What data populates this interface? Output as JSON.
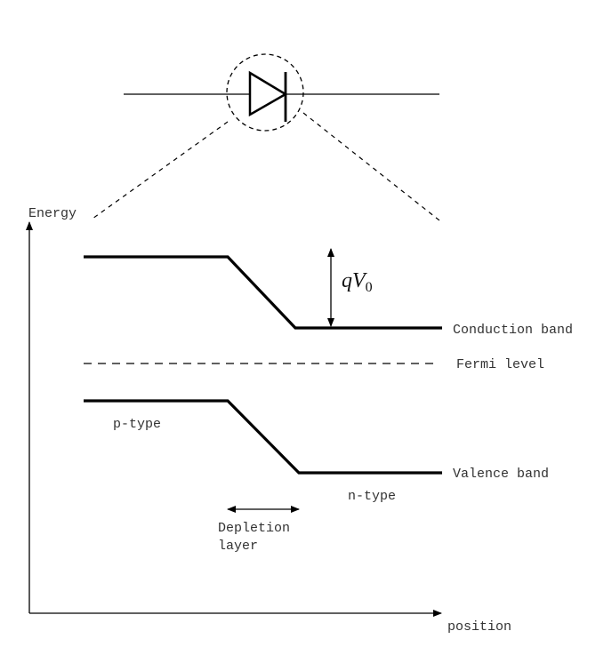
{
  "diagram": {
    "title": "p-n junction band diagram",
    "component_symbol": "diode",
    "axes": {
      "y_label": "Energy",
      "x_label": "position"
    },
    "bands": {
      "conduction_label": "Conduction band",
      "fermi_label": "Fermi level",
      "valence_label": "Valence band"
    },
    "regions": {
      "p_label": "p-type",
      "n_label": "n-type",
      "depletion_label_line1": "Depletion",
      "depletion_label_line2": "layer"
    },
    "barrier": {
      "symbol_main": "qV",
      "symbol_sub": "0"
    },
    "colors": {
      "line": "#000000",
      "text": "#333333",
      "background": "#ffffff"
    }
  }
}
